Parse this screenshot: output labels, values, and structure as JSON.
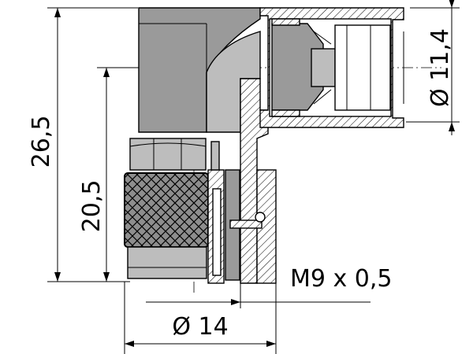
{
  "dimensions": {
    "overall_height": "26,5",
    "inner_height": "20,5",
    "outlet_diameter": "Ø 11,4",
    "thread": "M9 x 0,5",
    "nut_diameter": "Ø 14"
  },
  "colors": {
    "body_fill": "#9a9a9a",
    "light_fill": "#bdbdbd",
    "line": "#000000"
  }
}
